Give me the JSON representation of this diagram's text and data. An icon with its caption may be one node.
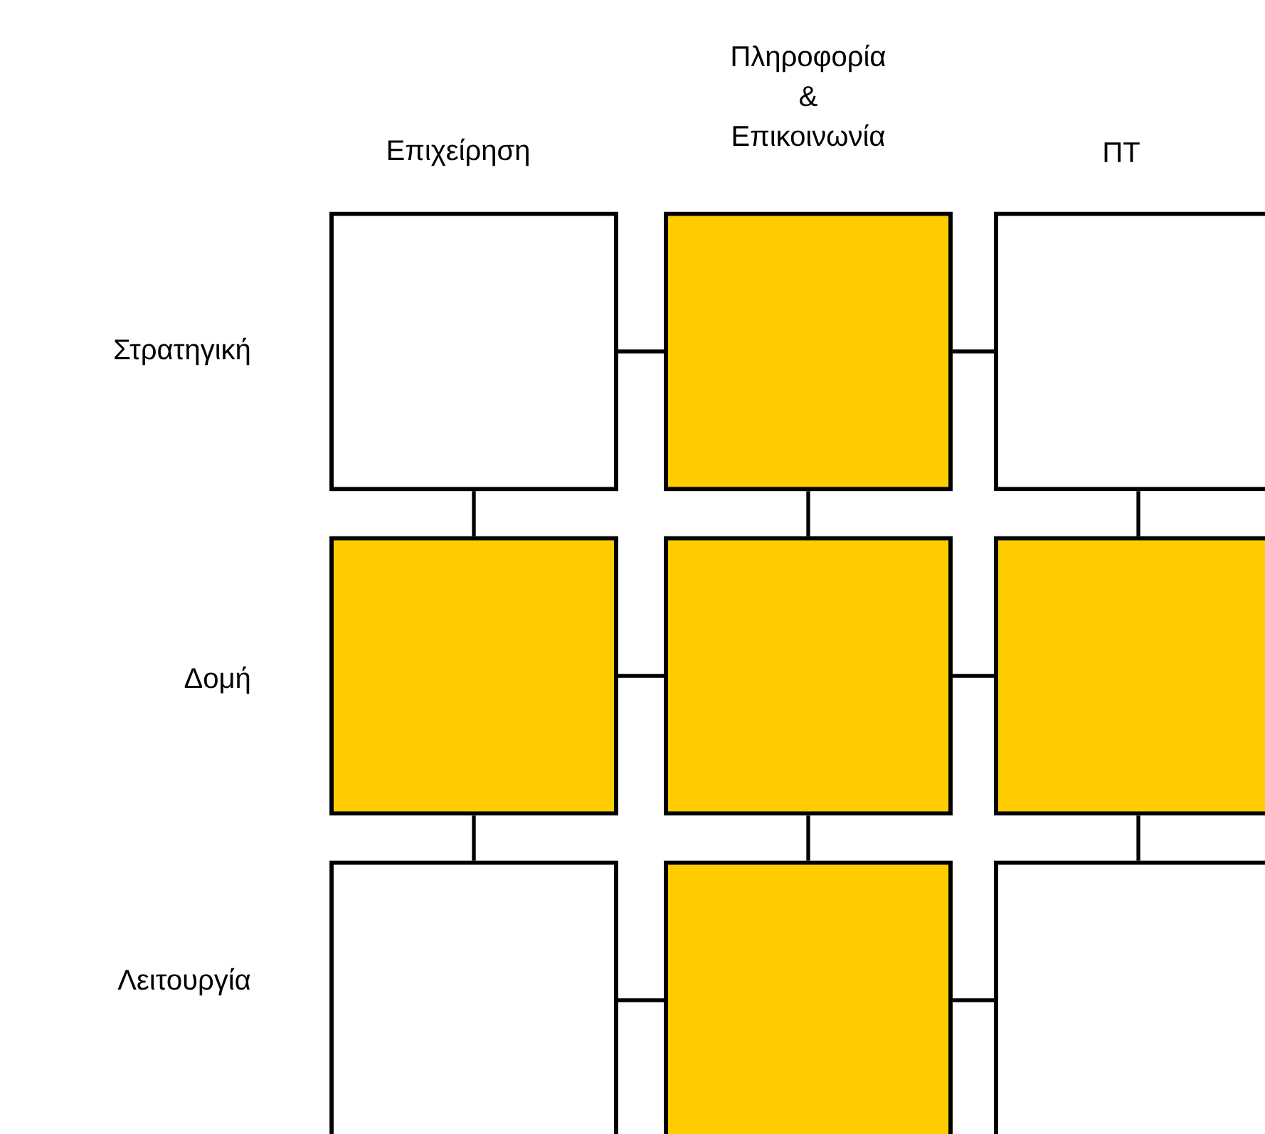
{
  "diagram": {
    "nodes": [
      {
        "text": [],
        "shape": "box"
      },
      {
        "text": [],
        "shape": "box"
      },
      {
        "text": [],
        "shape": "box"
      },
      {
        "text": [],
        "shape": "box"
      },
      {
        "text": [],
        "shape": "box"
      },
      {
        "text": [],
        "shape": "box"
      },
      {
        "text": [],
        "shape": "box"
      },
      {
        "text": [],
        "shape": "box"
      },
      {
        "text": [],
        "shape": "box"
      }
    ],
    "edges": [
      {
        "from": 0,
        "to": 1,
        "arrow": "none"
      },
      {
        "from": 1,
        "to": 2,
        "arrow": "none"
      },
      {
        "from": 0,
        "to": 3,
        "arrow": "none"
      },
      {
        "from": 1,
        "to": 4,
        "arrow": "none"
      },
      {
        "from": 2,
        "to": 5,
        "arrow": "none"
      },
      {
        "from": 3,
        "to": 4,
        "arrow": "none"
      },
      {
        "from": 4,
        "to": 5,
        "arrow": "none"
      },
      {
        "from": 3,
        "to": 6,
        "arrow": "none"
      },
      {
        "from": 4,
        "to": 7,
        "arrow": "none"
      },
      {
        "from": 5,
        "to": 8,
        "arrow": "none"
      },
      {
        "from": 6,
        "to": 7,
        "arrow": "none"
      },
      {
        "from": 7,
        "to": 8,
        "arrow": "none"
      }
    ],
    "labels": [
      "Πληροφορία & Επικοινωνία",
      "Επιχείρηση",
      "ΠΤ",
      "Στρατηγική",
      "Δομή",
      "Λειτουργία"
    ]
  }
}
